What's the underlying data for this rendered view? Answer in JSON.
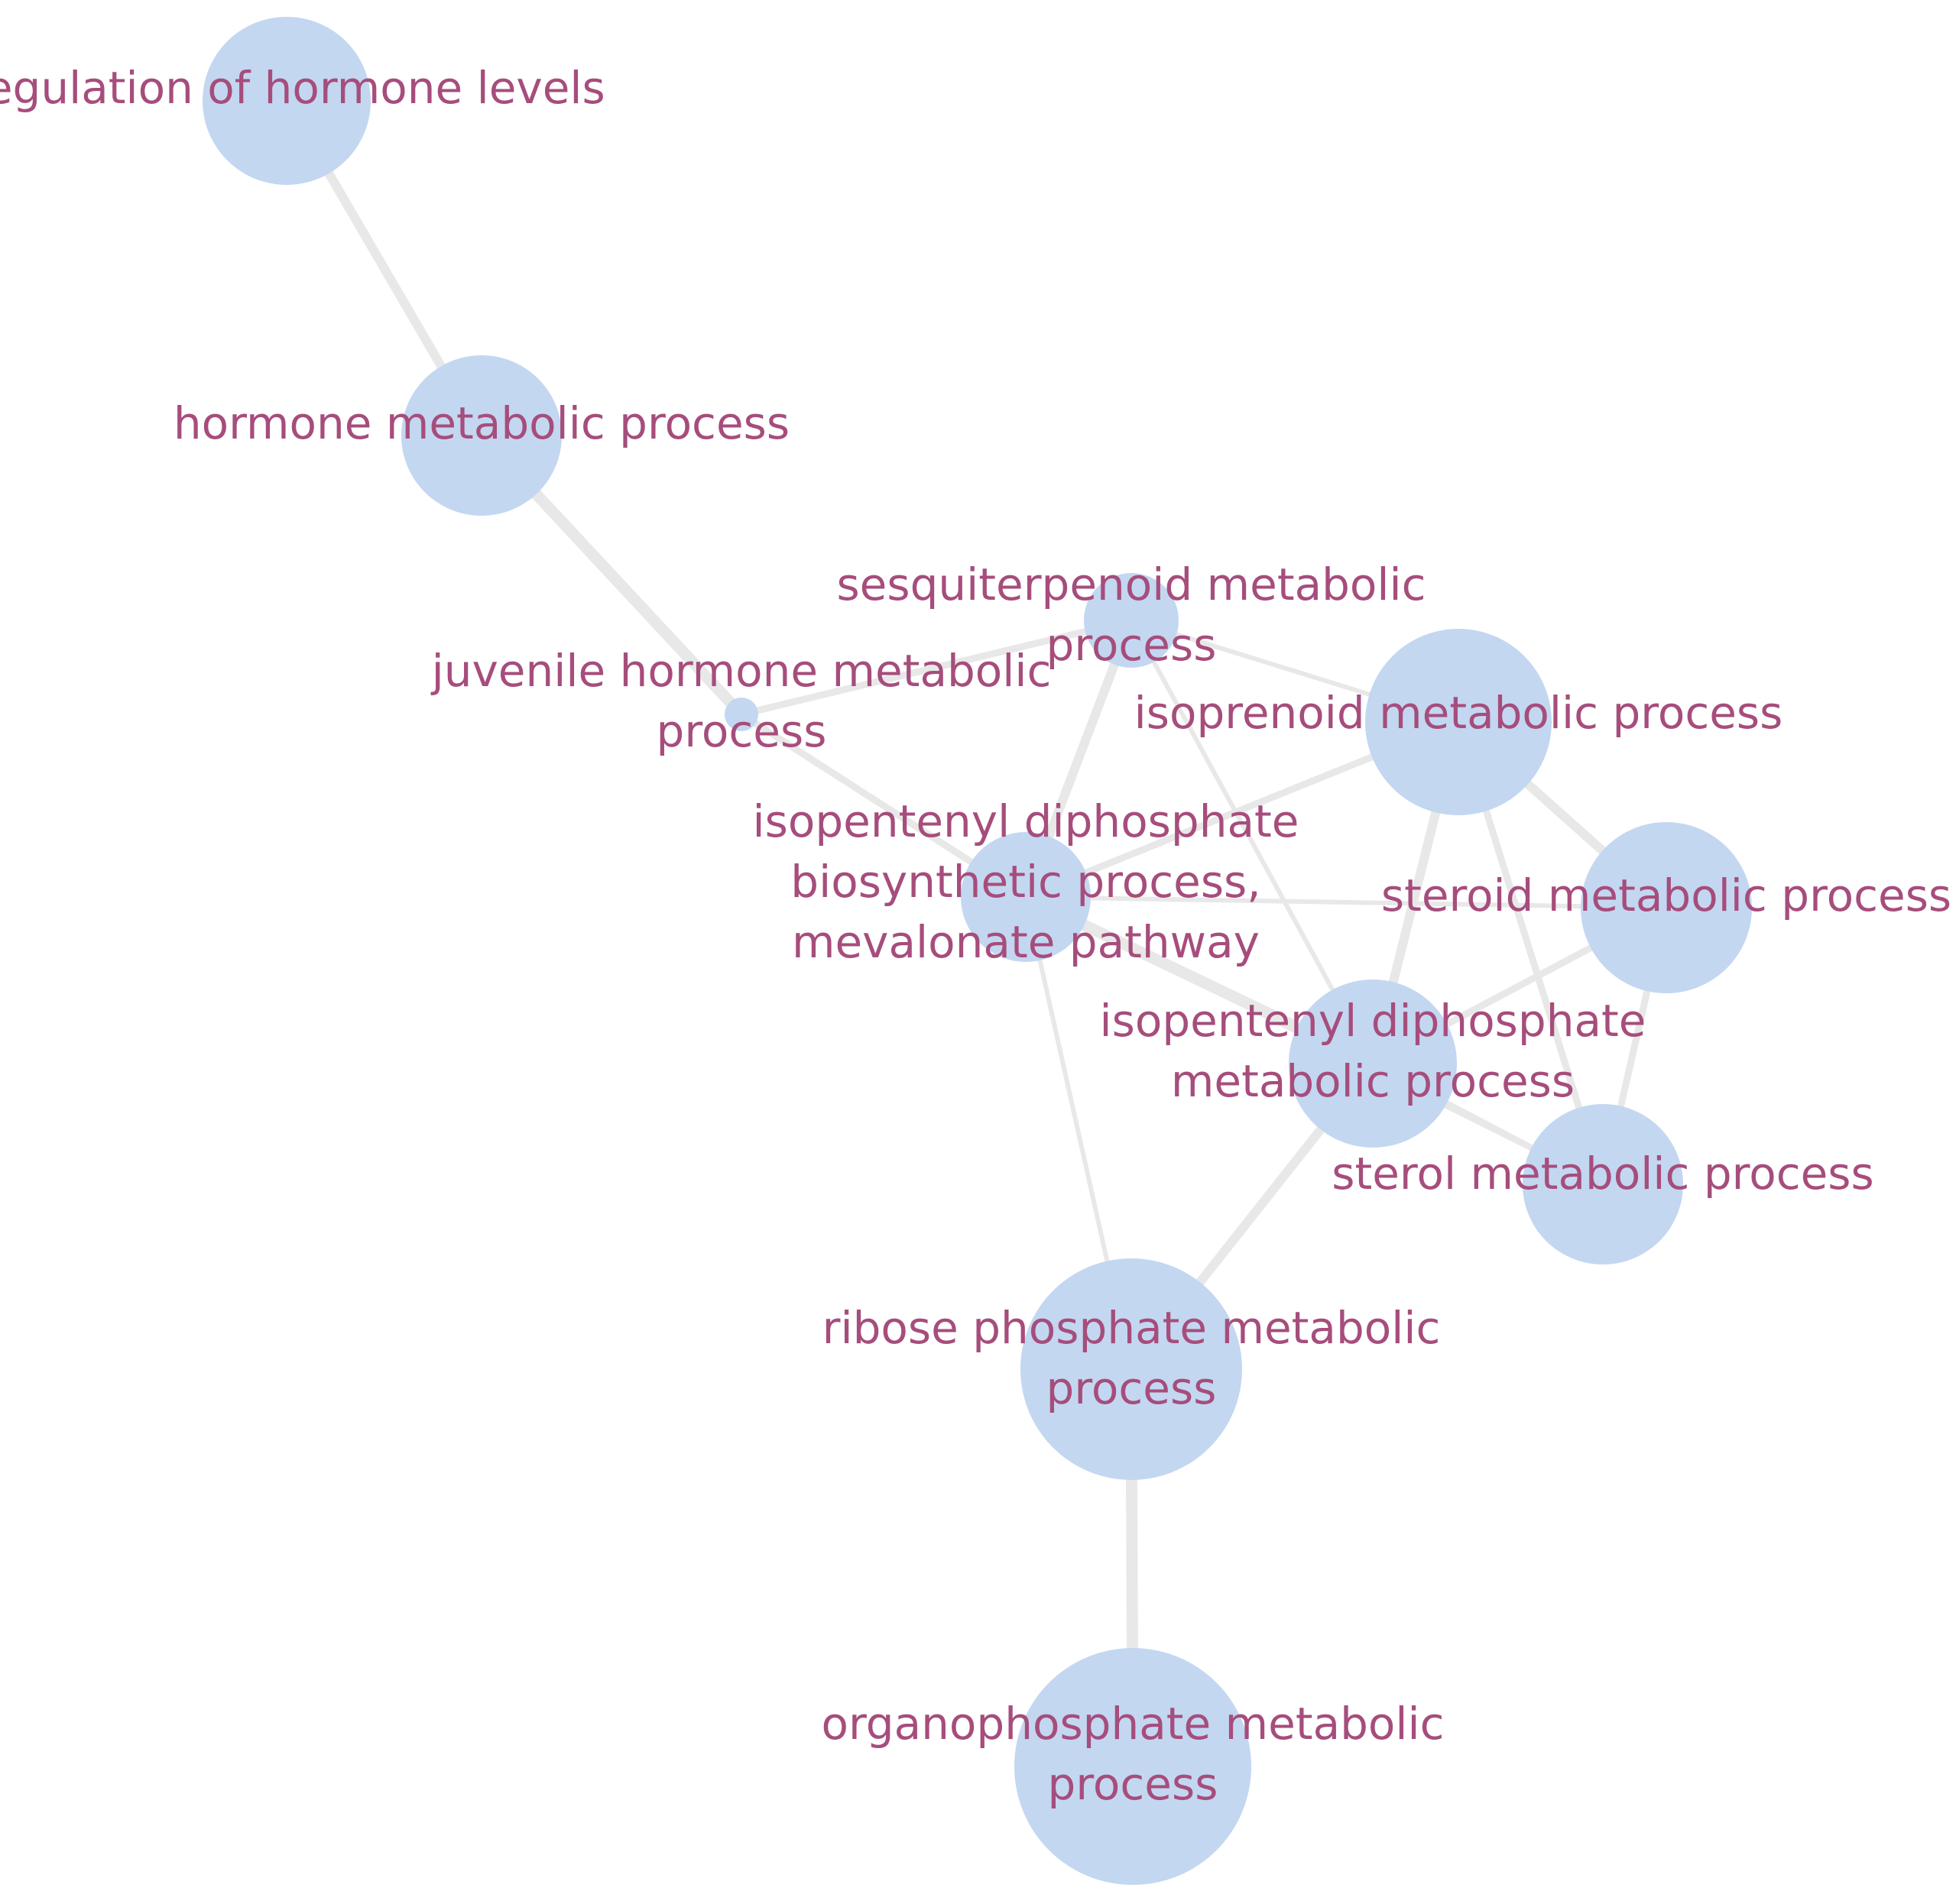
{
  "colors": {
    "background": "#ffffff",
    "node_fill": "#c3d7f1",
    "edge": "#e8e8e8",
    "label": "#a64d7c"
  },
  "nodes": [
    {
      "id": "reg_hormone",
      "lines": [
        "regulation of hormone levels"
      ]
    },
    {
      "id": "hormone_meta",
      "lines": [
        "hormone metabolic process"
      ]
    },
    {
      "id": "juvenile",
      "lines": [
        "juvenile hormone metabolic",
        "process"
      ]
    },
    {
      "id": "sesqui",
      "lines": [
        "sesquiterpenoid metabolic",
        "process"
      ]
    },
    {
      "id": "isoprenoid",
      "lines": [
        "isoprenoid metabolic process"
      ]
    },
    {
      "id": "ipp_bio",
      "lines": [
        "isopentenyl diphosphate",
        "biosynthetic process,",
        "mevalonate pathway"
      ]
    },
    {
      "id": "steroid",
      "lines": [
        "steroid metabolic process"
      ]
    },
    {
      "id": "ipp_meta",
      "lines": [
        "isopentenyl diphosphate",
        "metabolic process"
      ]
    },
    {
      "id": "sterol",
      "lines": [
        "sterol metabolic process"
      ]
    },
    {
      "id": "ribose",
      "lines": [
        "ribose phosphate metabolic",
        "process"
      ]
    },
    {
      "id": "organo",
      "lines": [
        "organophosphate metabolic",
        "process"
      ]
    }
  ],
  "edges": [
    {
      "source": "reg_hormone",
      "target": "hormone_meta",
      "weight": 3
    },
    {
      "source": "hormone_meta",
      "target": "juvenile",
      "weight": 4
    },
    {
      "source": "juvenile",
      "target": "sesqui",
      "weight": 2
    },
    {
      "source": "juvenile",
      "target": "ipp_bio",
      "weight": 2
    },
    {
      "source": "sesqui",
      "target": "ipp_bio",
      "weight": 3
    },
    {
      "source": "sesqui",
      "target": "isoprenoid",
      "weight": 1
    },
    {
      "source": "sesqui",
      "target": "ipp_meta",
      "weight": 1
    },
    {
      "source": "ipp_bio",
      "target": "isoprenoid",
      "weight": 2
    },
    {
      "source": "ipp_bio",
      "target": "steroid",
      "weight": 1
    },
    {
      "source": "ipp_bio",
      "target": "ipp_meta",
      "weight": 4
    },
    {
      "source": "ipp_bio",
      "target": "sterol",
      "weight": 1
    },
    {
      "source": "ipp_bio",
      "target": "ribose",
      "weight": 1
    },
    {
      "source": "isoprenoid",
      "target": "steroid",
      "weight": 3
    },
    {
      "source": "isoprenoid",
      "target": "ipp_meta",
      "weight": 3
    },
    {
      "source": "isoprenoid",
      "target": "sterol",
      "weight": 2
    },
    {
      "source": "steroid",
      "target": "ipp_meta",
      "weight": 2
    },
    {
      "source": "steroid",
      "target": "sterol",
      "weight": 2
    },
    {
      "source": "ipp_meta",
      "target": "sterol",
      "weight": 1
    },
    {
      "source": "ipp_meta",
      "target": "ribose",
      "weight": 3
    },
    {
      "source": "ribose",
      "target": "organo",
      "weight": 4
    }
  ]
}
